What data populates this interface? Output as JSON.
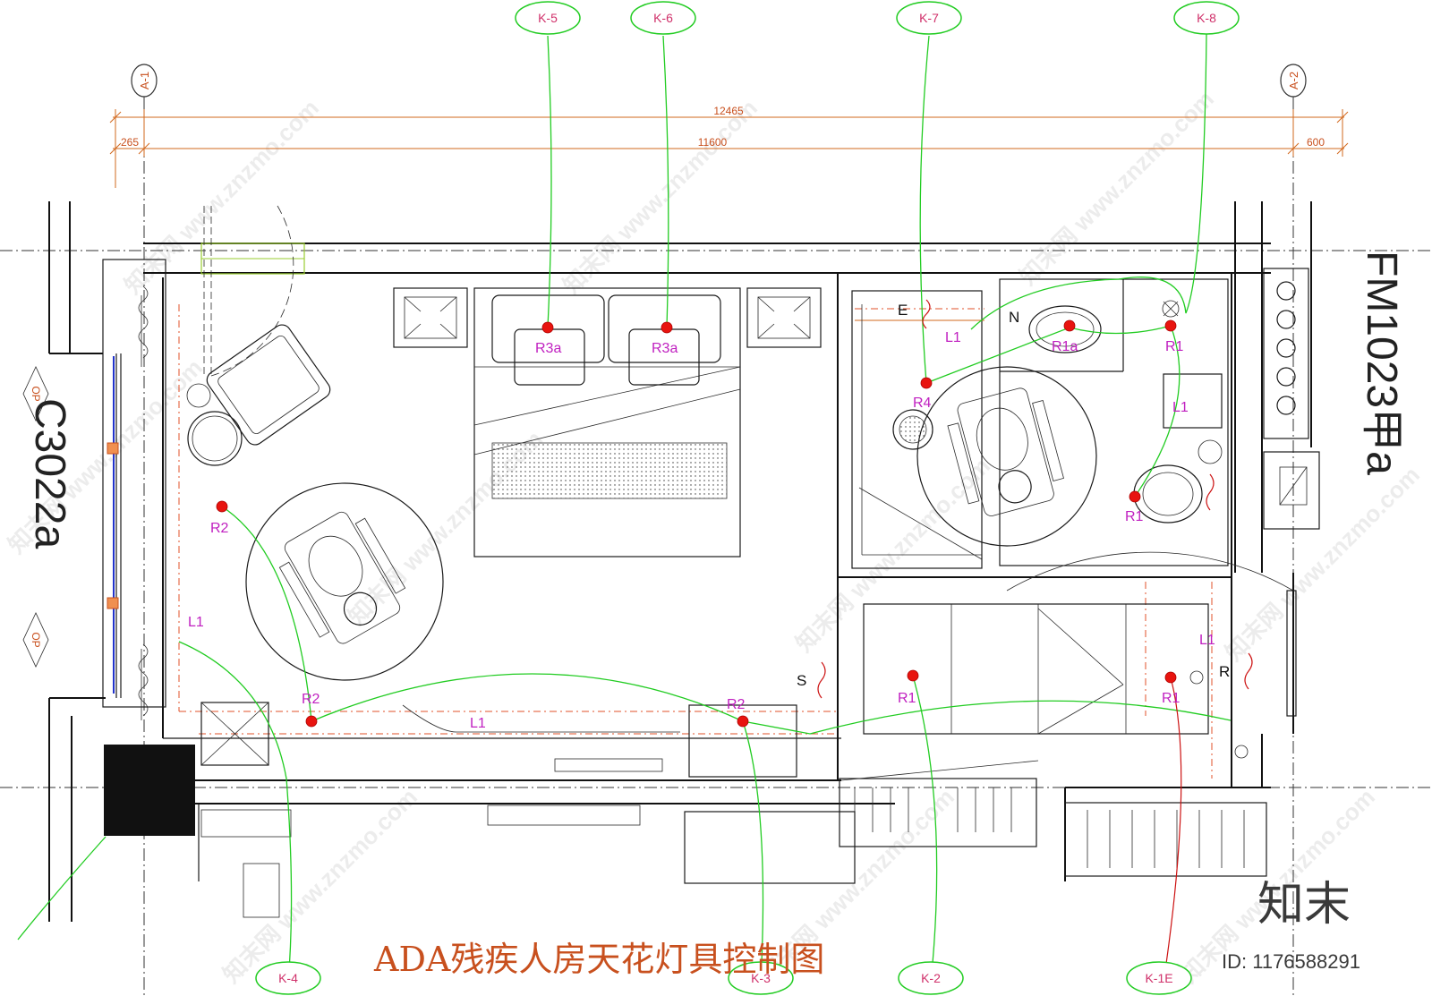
{
  "drawing": {
    "title": "ADA残疾人房天花灯具控制图",
    "brand": "知末",
    "id_text": "ID: 1176588291",
    "watermark": "知末网 www.znzmo.com"
  },
  "grid": {
    "left_axis": "A-1",
    "right_axis": "A-2"
  },
  "dimensions": {
    "overall": "12465",
    "inner": "11600",
    "left_offset": "265",
    "right_offset": "600"
  },
  "door_codes": {
    "window": "C3022a",
    "entry": "FM1023甲a",
    "op_top": "OP",
    "op_bottom": "OP"
  },
  "switch_bubbles": [
    "K-5",
    "K-6",
    "K-7",
    "K-8",
    "K-4",
    "K-3",
    "K-2",
    "K-1E"
  ],
  "fixtures": {
    "r3a_left": "R3a",
    "r3a_right": "R3a",
    "r1a": "R1a",
    "r1_top": "R1",
    "r4": "R4",
    "r1_toilet": "R1",
    "r2_left": "R2",
    "r2_bottom_left": "R2",
    "r2_bottom_mid": "R2",
    "r1_closet": "R1",
    "r1_entry": "R1"
  },
  "lines": {
    "l1_bath": "L1",
    "l1_bath_right": "L1",
    "l1_left": "L1",
    "l1_bottom": "L1",
    "l1_entry": "L1"
  },
  "symbols": {
    "s_switch": "S",
    "r_switch": "R",
    "e_switch": "E",
    "n_mark": "N"
  },
  "colors": {
    "control_line": "#22cc22",
    "fixture_dot": "#e8140f",
    "dimension": "#c8501e",
    "fixture_label": "#c020c0"
  }
}
